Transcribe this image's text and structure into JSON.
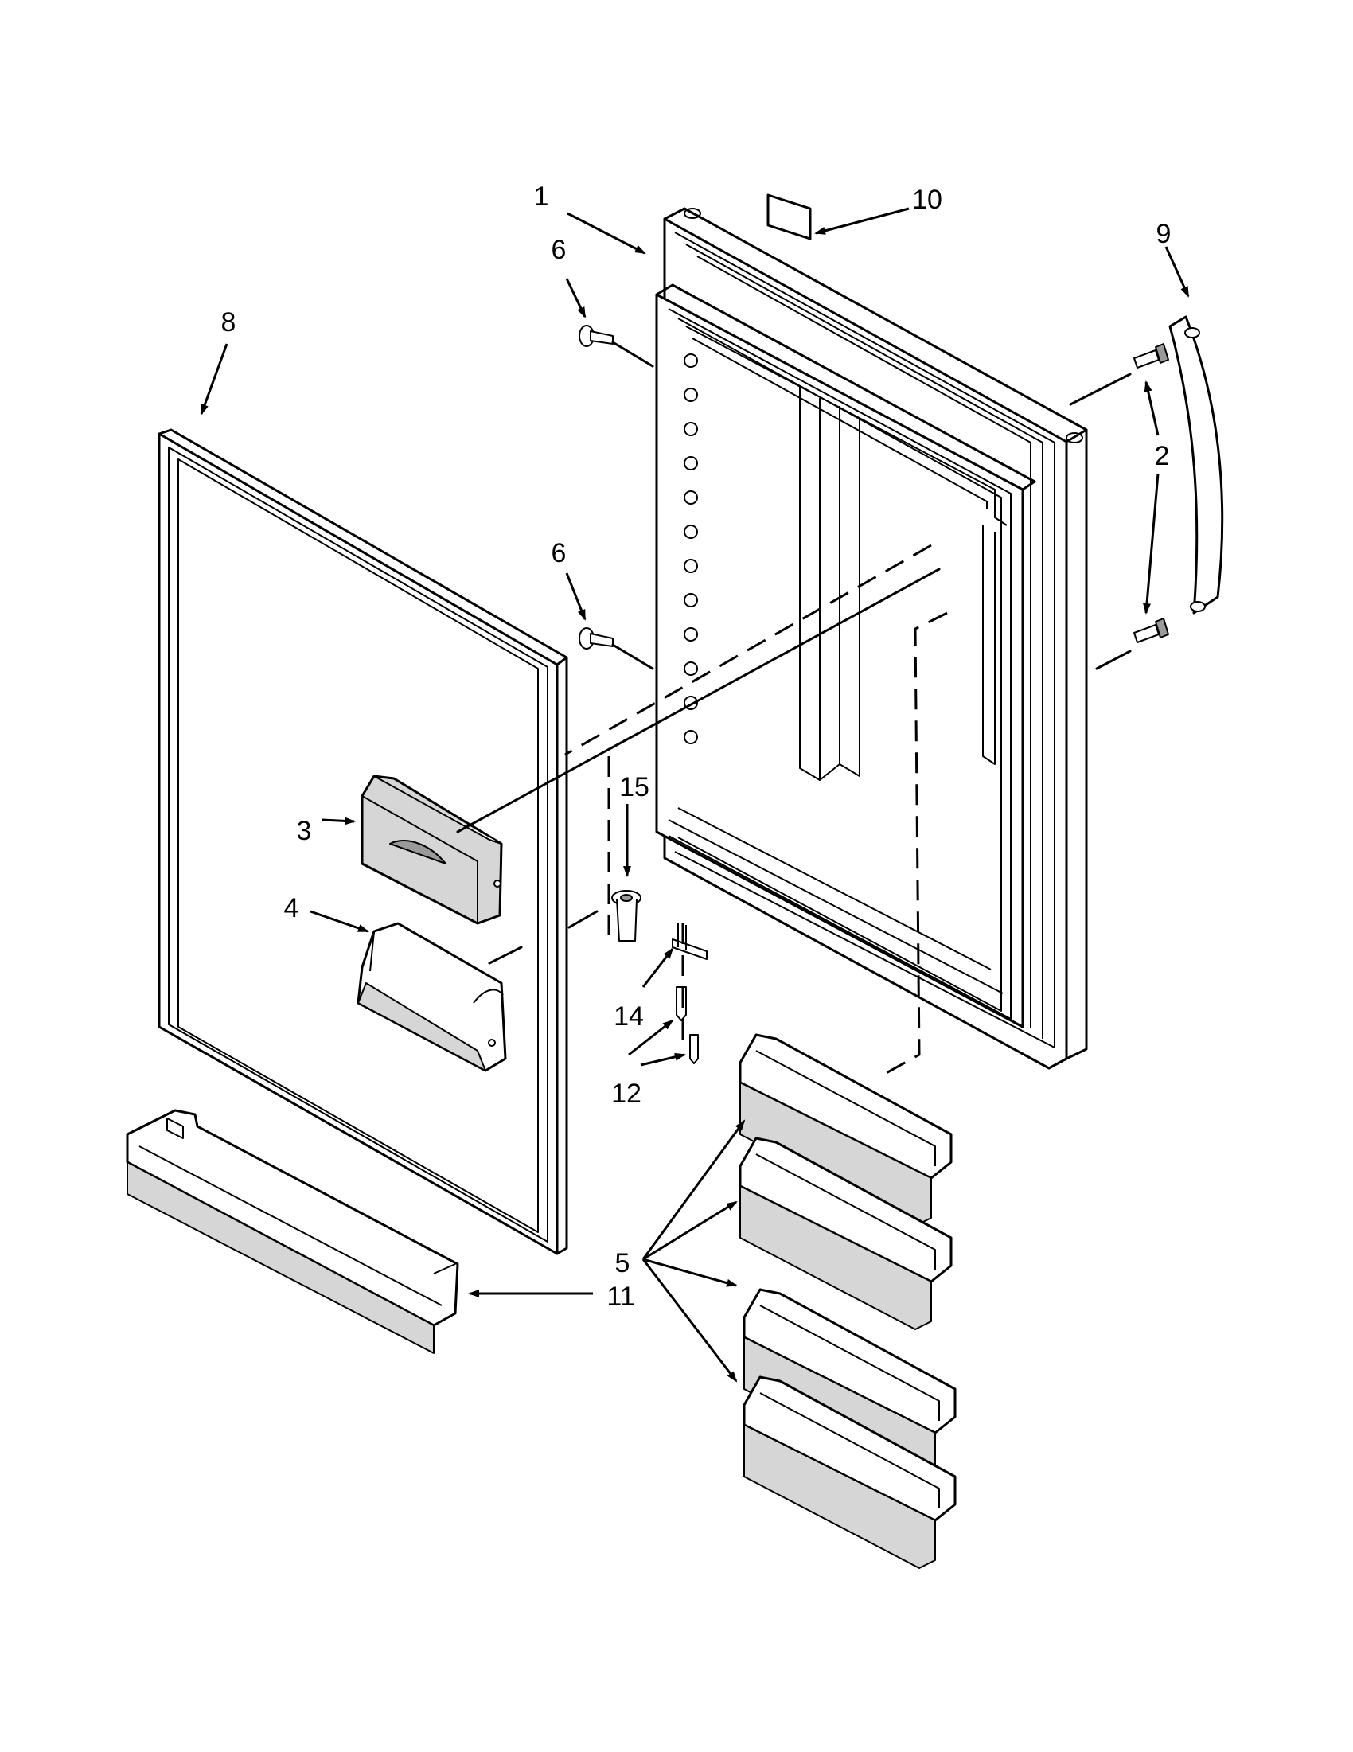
{
  "diagram": {
    "part_labels": {
      "p1": "1",
      "p2": "2",
      "p3": "3",
      "p4": "4",
      "p5": "5",
      "p6a": "6",
      "p6b": "6",
      "p8": "8",
      "p9": "9",
      "p10": "10",
      "p11": "11",
      "p12": "12",
      "p14": "14",
      "p15": "15"
    }
  }
}
